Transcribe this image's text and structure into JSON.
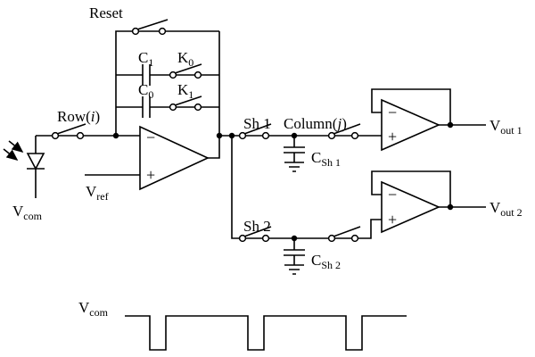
{
  "figure_type": "circuit-schematic",
  "labels": {
    "reset": "Reset",
    "c1": {
      "base": "C",
      "sub": "1"
    },
    "k0": {
      "base": "K",
      "sub": "0"
    },
    "c0": {
      "base": "C",
      "sub": "0"
    },
    "k1": {
      "base": "K",
      "sub": "1"
    },
    "row": {
      "pre": "Row(",
      "var": "i",
      "post": ")"
    },
    "column": {
      "pre": "Column(",
      "var": "j",
      "post": ")"
    },
    "vref": {
      "base": "V",
      "sub": "ref"
    },
    "vcom": {
      "base": "V",
      "sub": "com"
    },
    "sh1": "Sh 1",
    "sh2": "Sh 2",
    "csh1": {
      "base": "C",
      "sub": "Sh 1"
    },
    "csh2": {
      "base": "C",
      "sub": "Sh 2"
    },
    "vout1": {
      "base": "V",
      "sub": "out 1"
    },
    "vout2": {
      "base": "V",
      "sub": "out 2"
    },
    "opamp_minus": "−",
    "opamp_plus": "+"
  },
  "waveform": {
    "label": {
      "base": "V",
      "sub": "com"
    },
    "num_pulses": 3
  }
}
